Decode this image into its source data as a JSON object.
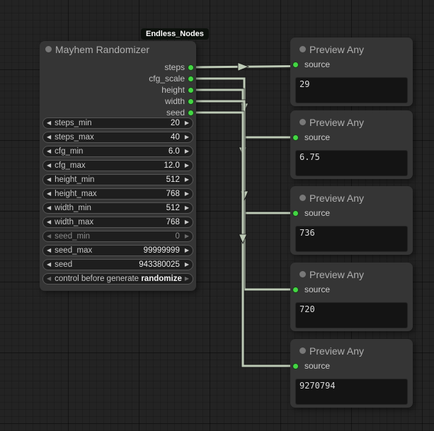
{
  "badge": {
    "label": "Endless_Nodes"
  },
  "randomizer": {
    "title": "Mayhem Randomizer",
    "outputs": [
      {
        "label": "steps"
      },
      {
        "label": "cfg_scale"
      },
      {
        "label": "height"
      },
      {
        "label": "width"
      },
      {
        "label": "seed"
      }
    ],
    "widgets": [
      {
        "label": "steps_min",
        "value": "20"
      },
      {
        "label": "steps_max",
        "value": "40"
      },
      {
        "label": "cfg_min",
        "value": "6.0"
      },
      {
        "label": "cfg_max",
        "value": "12.0"
      },
      {
        "label": "height_min",
        "value": "512"
      },
      {
        "label": "height_max",
        "value": "768"
      },
      {
        "label": "width_min",
        "value": "512"
      },
      {
        "label": "width_max",
        "value": "768"
      },
      {
        "label": "seed_min",
        "value": "0",
        "dimmed": true
      },
      {
        "label": "seed_max",
        "value": "99999999"
      },
      {
        "label": "seed",
        "value": "943380025"
      },
      {
        "label": "control before generate",
        "value": "randomize",
        "bold_value": true,
        "dim_arrows": true
      }
    ]
  },
  "previews": [
    {
      "title": "Preview Any",
      "input_label": "source",
      "value": "29"
    },
    {
      "title": "Preview Any",
      "input_label": "source",
      "value": "6.75"
    },
    {
      "title": "Preview Any",
      "input_label": "source",
      "value": "736"
    },
    {
      "title": "Preview Any",
      "input_label": "source",
      "value": "720"
    },
    {
      "title": "Preview Any",
      "input_label": "source",
      "value": "9270794"
    }
  ],
  "colors": {
    "canvas_bg": "#232323",
    "node_bg": "#353535",
    "port_green": "#43d643",
    "wire": "#bdcab6",
    "widget_bg": "#1e1e1e"
  }
}
